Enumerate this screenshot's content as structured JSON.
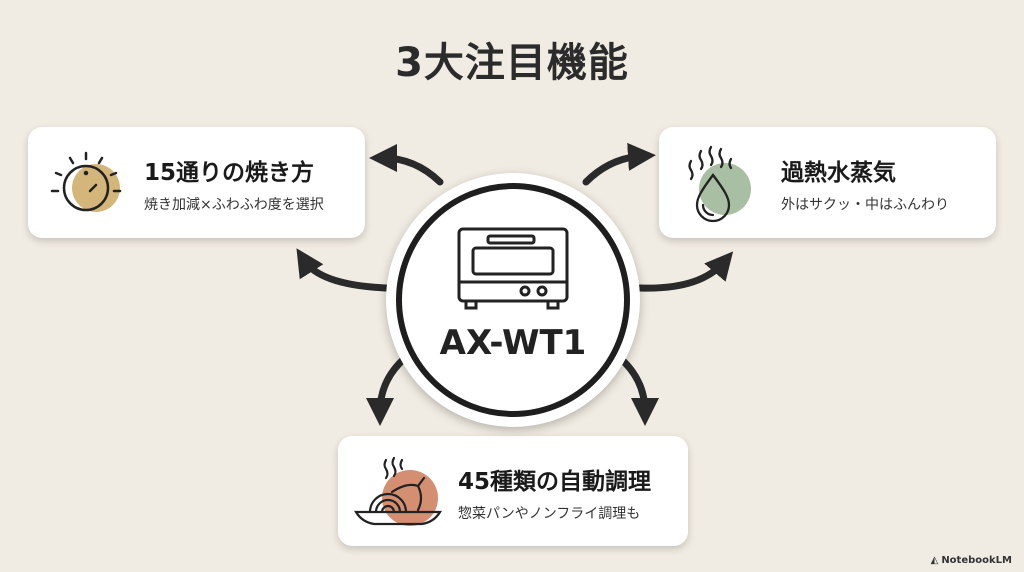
{
  "title": "3大注目機能",
  "center": {
    "model": "AX-WT1",
    "icon": "toaster-oven-icon"
  },
  "features": [
    {
      "title": "15通りの焼き方",
      "subtitle": "焼き加減×ふわふわ度を選択",
      "icon": "dial-icon",
      "accent": "#d4b67a"
    },
    {
      "title": "過熱水蒸気",
      "subtitle": "外はサクッ・中はふんわり",
      "icon": "steam-drop-icon",
      "accent": "#a9bfa3"
    },
    {
      "title": "45種類の自動調理",
      "subtitle": "惣菜パンやノンフライ調理も",
      "icon": "roast-chicken-icon",
      "accent": "#d48f72"
    }
  ],
  "brand": "NotebookLM"
}
